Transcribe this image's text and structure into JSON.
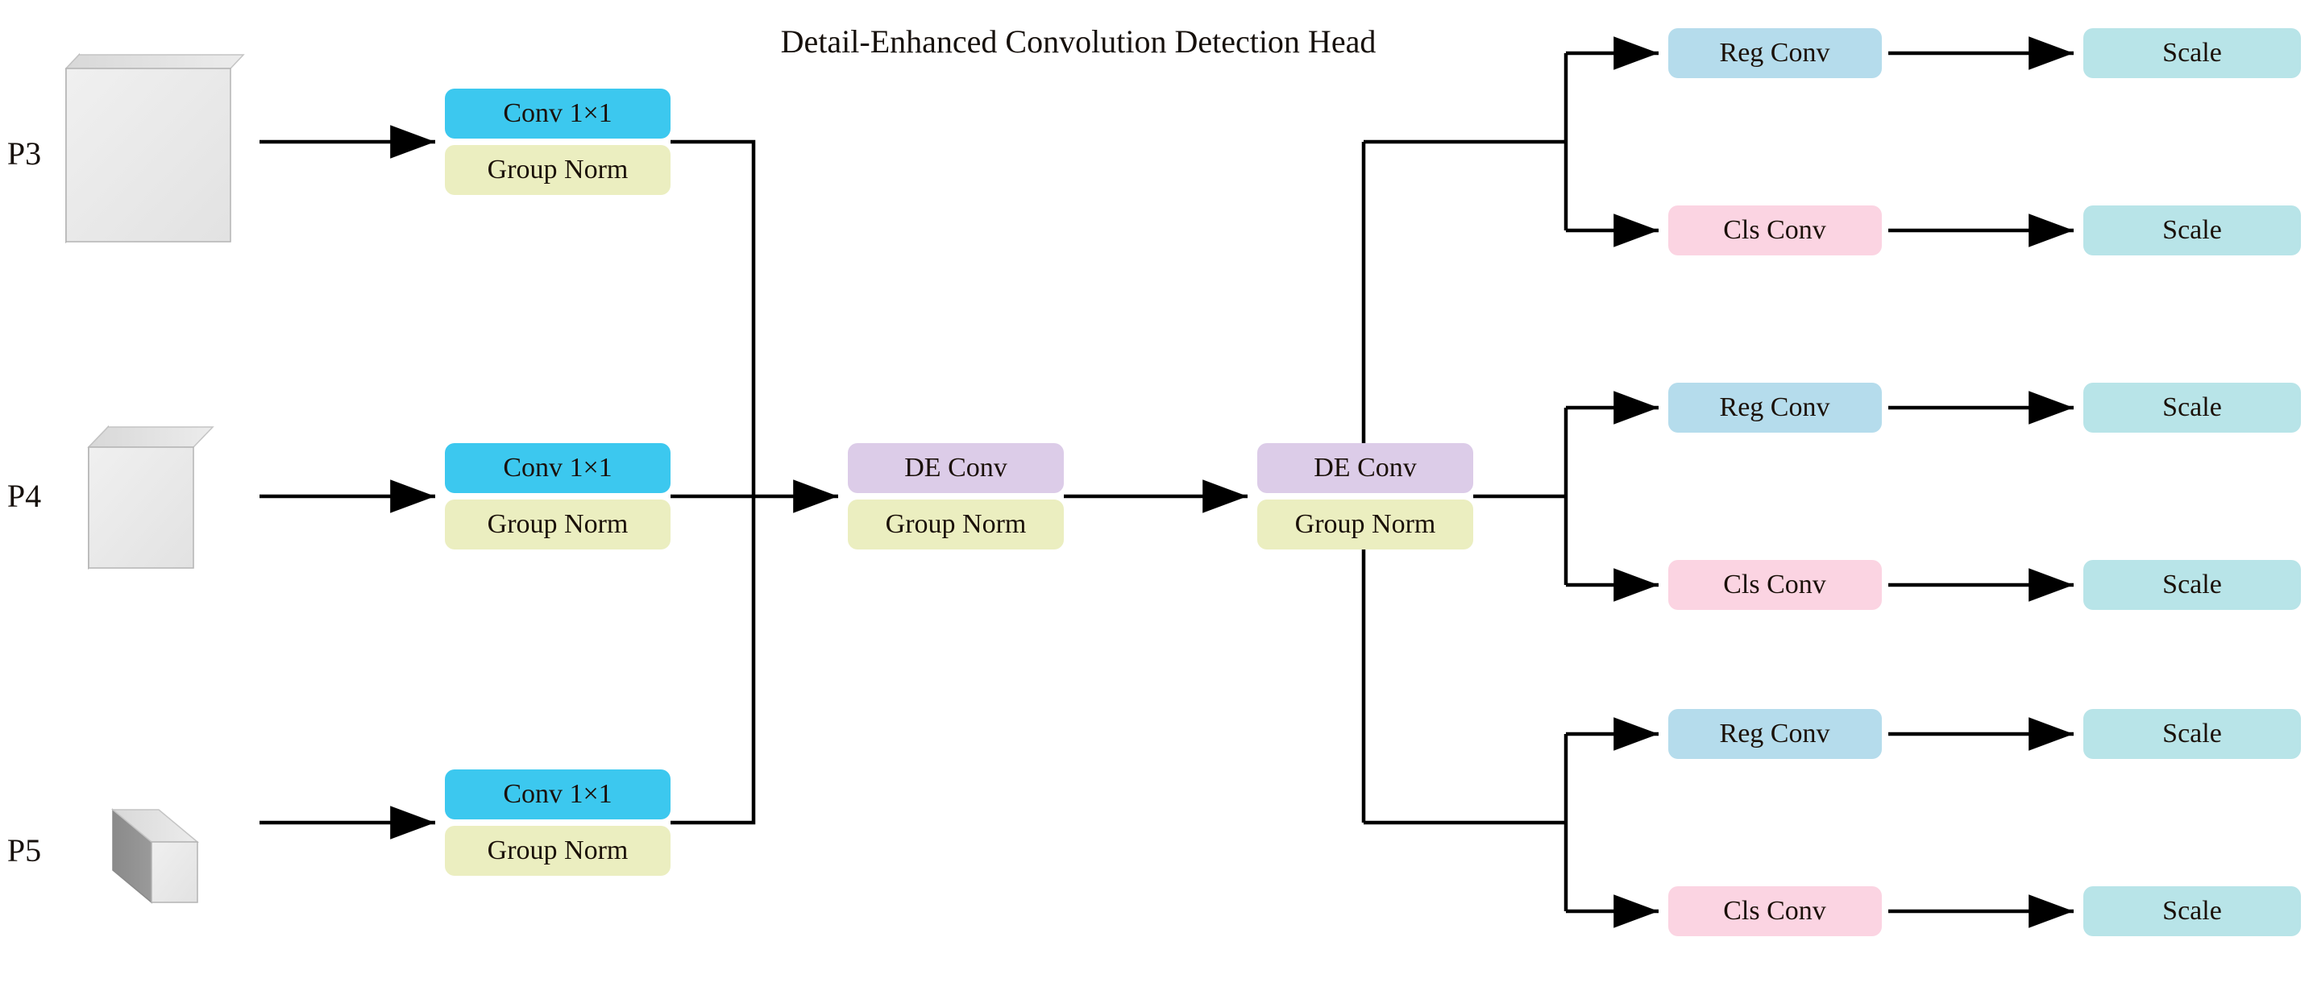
{
  "title": "Detail-Enhanced Convolution Detection Head",
  "colors": {
    "background": "#ffffff",
    "conv1x1": "#3cc8ef",
    "group_norm": "#ebeec0",
    "de_conv": "#dccce8",
    "reg_conv": "#b5dcec",
    "cls_conv": "#fbd4e2",
    "scale": "#b8e4e8",
    "wire": "#000000",
    "text": "#16100c",
    "featuremap_front": "#e9e9e9",
    "featuremap_side": "#8c8c8c",
    "featuremap_top": "#dedede"
  },
  "inputs": [
    {
      "label": "P3",
      "size": "large"
    },
    {
      "label": "P4",
      "size": "medium"
    },
    {
      "label": "P5",
      "size": "small"
    }
  ],
  "stem_blocks": [
    {
      "conv_label": "Conv 1×1",
      "norm_label": "Group Norm"
    },
    {
      "conv_label": "Conv 1×1",
      "norm_label": "Group Norm"
    },
    {
      "conv_label": "Conv 1×1",
      "norm_label": "Group Norm"
    }
  ],
  "de_blocks": [
    {
      "conv_label": "DE Conv",
      "norm_label": "Group Norm"
    },
    {
      "conv_label": "DE Conv",
      "norm_label": "Group Norm"
    }
  ],
  "branch_rows": [
    {
      "reg_label": "Reg Conv",
      "reg_scale_label": "Scale",
      "cls_label": "Cls Conv",
      "cls_scale_label": "Scale"
    },
    {
      "reg_label": "Reg Conv",
      "reg_scale_label": "Scale",
      "cls_label": "Cls Conv",
      "cls_scale_label": "Scale"
    },
    {
      "reg_label": "Reg Conv",
      "reg_scale_label": "Scale",
      "cls_label": "Cls Conv",
      "cls_scale_label": "Scale"
    }
  ]
}
